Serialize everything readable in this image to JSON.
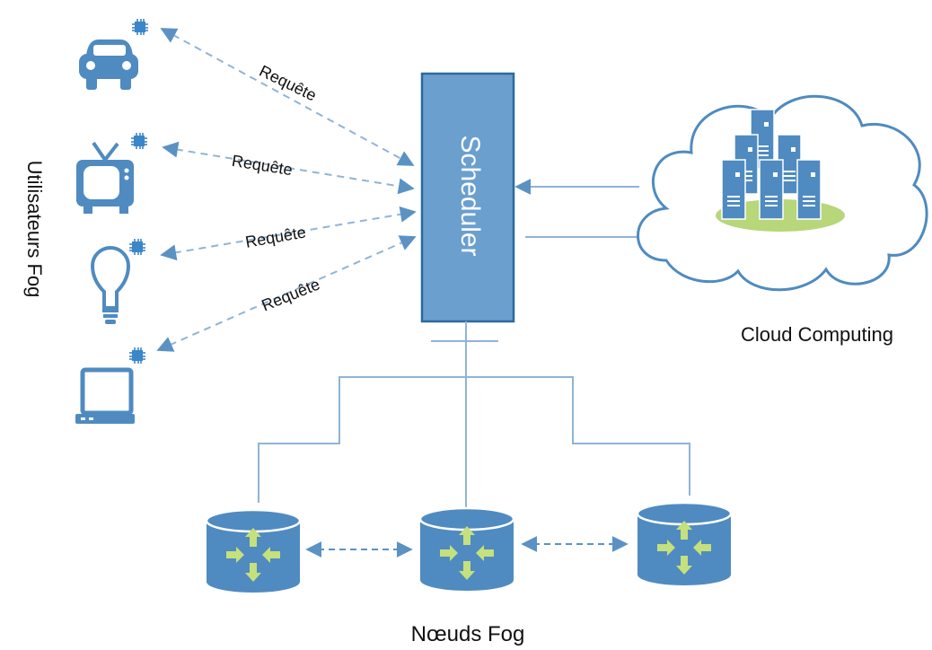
{
  "labels": {
    "users": "Utilisateurs Fog",
    "scheduler": "Scheduler",
    "cloud": "Cloud Computing",
    "nodes": "Nœuds Fog"
  },
  "requests": [
    "Requête",
    "Requête",
    "Requête",
    "Requête"
  ],
  "devices": [
    {
      "icon": "car-icon"
    },
    {
      "icon": "tv-icon"
    },
    {
      "icon": "lightbulb-icon"
    },
    {
      "icon": "laptop-icon"
    }
  ],
  "fog_nodes": [
    {
      "icon": "router-node-icon"
    },
    {
      "icon": "router-node-icon"
    },
    {
      "icon": "router-node-icon"
    }
  ],
  "colors": {
    "primary_blue": "#4f8bc0",
    "line_blue": "#8fb4d6",
    "scheduler_fill": "#6a9fce",
    "scheduler_border": "#2b6aa0",
    "node_arrow_green": "#c5e07c",
    "cloud_base_green": "#b8d67a",
    "chip_blue": "#3a86c8"
  }
}
